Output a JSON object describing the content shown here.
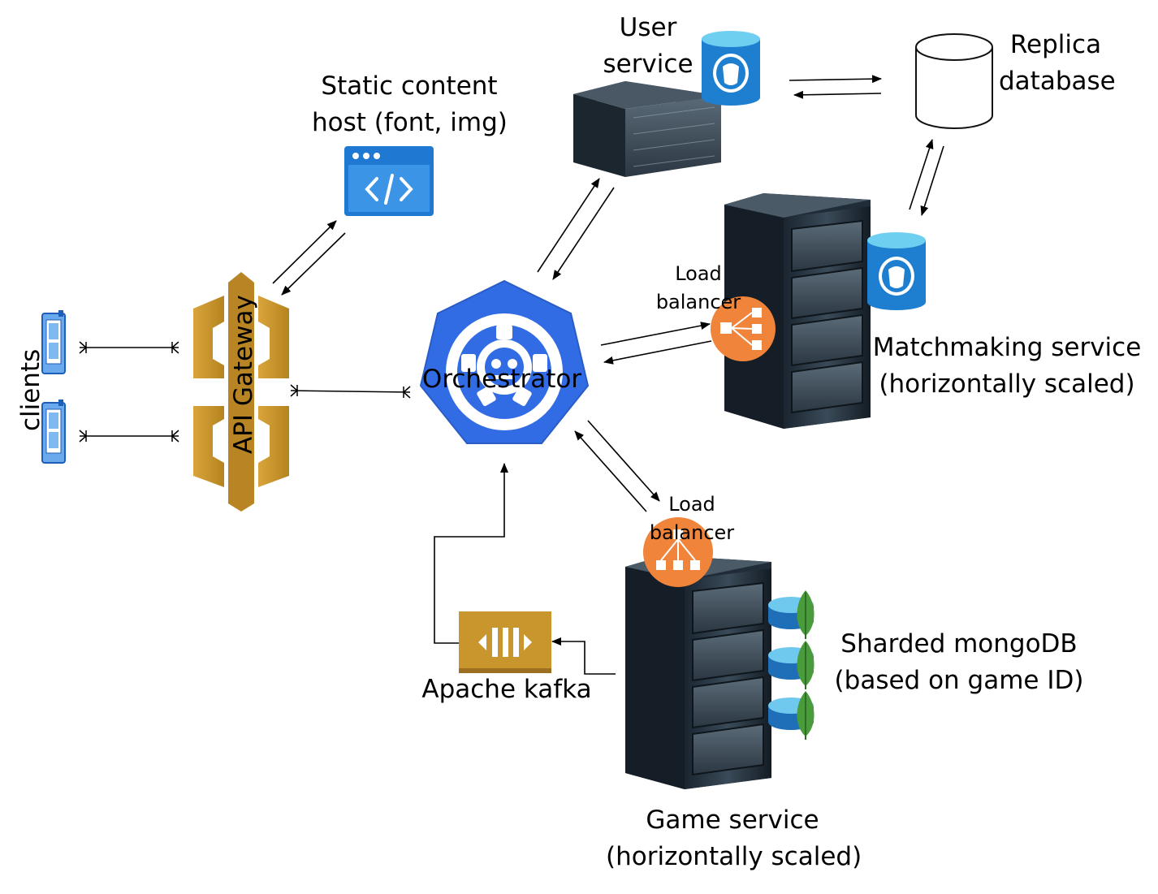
{
  "labels": {
    "clients": "clients",
    "api_gateway": "API Gateway",
    "static_content_line1": "Static content",
    "static_content_line2": "host (font, img)",
    "user_service_line1": "User",
    "user_service_line2": "service",
    "replica_line1": "Replica",
    "replica_line2": "database",
    "orchestrator": "Orchestrator",
    "lb_top_line1": "Load",
    "lb_top_line2": "balancer",
    "matchmaking_line1": "Matchmaking service",
    "matchmaking_line2": "(horizontally scaled)",
    "lb_bottom_line1": "Load",
    "lb_bottom_line2": "balancer",
    "sharded_line1": "Sharded mongoDB",
    "sharded_line2": "(based on game ID)",
    "kafka": "Apache kafka",
    "game_line1": "Game service",
    "game_line2": "(horizontally scaled)"
  },
  "icons": {
    "client_device": "mobile-device-icon",
    "api_gateway": "aws-api-gateway-icon",
    "static_host": "code-window-icon",
    "user_server": "rack-server-icon",
    "postgres": "postgres-database-icon",
    "replica": "database-cylinder-icon",
    "orchestrator": "kubernetes-heptagon-icon",
    "load_balancer": "load-balancer-icon",
    "server_rack": "server-rack-icon",
    "mongodb": "mongodb-leaf-icon",
    "kafka": "kafka-queue-icon"
  },
  "colors": {
    "orchestrator_blue": "#326ce5",
    "gateway_gold": "#c9962e",
    "load_balancer_orange": "#f0843a",
    "postgres_blue": "#1e7fd0",
    "static_blue": "#1f78d1",
    "server_dark": "#22303c",
    "mongo_green": "#4a9b3b"
  }
}
